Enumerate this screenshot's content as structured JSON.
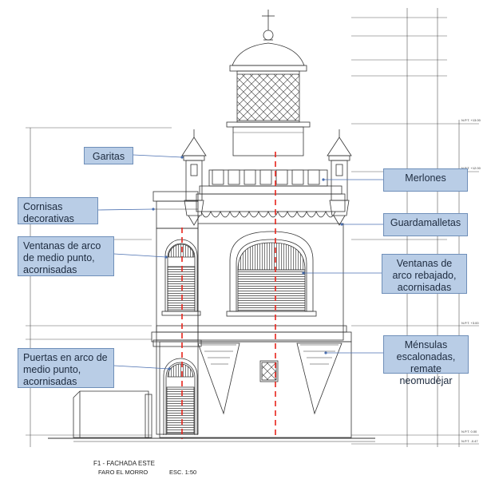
{
  "labels": {
    "garitas": "Garitas",
    "merlones": "Merlones",
    "cornisas": "Cornisas decorativas",
    "guardamalletas": "Guardamalletas",
    "ventanas_medio_punto": "Ventanas de arco de medio punto, acornisadas",
    "ventanas_rebajado": "Ventanas de arco rebajado, acornisadas",
    "puertas": "Puertas en arco de medio punto, acornisadas",
    "mensulas": "Ménsulas escalonadas, remate neomudéjar"
  },
  "caption": {
    "title": "F1 - FACHADA ESTE",
    "subtitle": "FARO EL MORRO",
    "scale": "ESC. 1:50"
  },
  "level_marks": [
    "N.P.T. +13.00",
    "N.P.T. +12.00",
    "N.P.T. +3.00",
    "N.P.T. 0.00",
    "N.P.T. -0.47"
  ],
  "colors": {
    "callout_fill": "#b9cde6",
    "callout_border": "#6f8fb9",
    "axis_red": "#e8241c",
    "pointer_blue": "#4a6fb0",
    "line": "#333333"
  }
}
